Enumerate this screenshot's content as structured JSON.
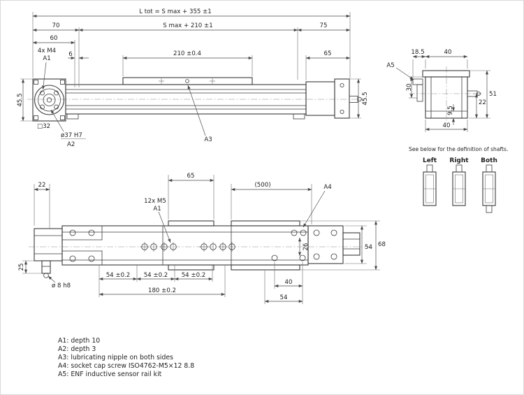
{
  "side_view": {
    "dim_total": "L tot = S max + 355  ±1",
    "dim_70": "70",
    "dim_stroke": "S max + 210  ±1",
    "dim_75": "75",
    "dim_60": "60",
    "thread_note": "4x M4",
    "ref_a1": "A1",
    "dim_6": "6",
    "dim_210": "210 ±0.4",
    "dim_65": "65",
    "dim_height_left": "45.5",
    "dim_height_right": "45.5",
    "dim_square": "□32",
    "dim_bore": "ø37 H7",
    "ref_a2": "A2",
    "ref_a3": "A3"
  },
  "end_view": {
    "dim_18_5": "18.5",
    "dim_40_top": "40",
    "ref_a5": "A5",
    "dim_30": "30",
    "dim_51": "51",
    "dim_22": "22",
    "dim_9_5": "9.5",
    "dim_40_bottom": "40"
  },
  "shaft_definitions": {
    "note": "See below for the definition of shafts.",
    "options": [
      {
        "label": "Left"
      },
      {
        "label": "Right"
      },
      {
        "label": "Both"
      }
    ]
  },
  "plan_view": {
    "dim_22": "22",
    "dim_65": "65",
    "dim_500": "(500)",
    "ref_a4": "A4",
    "thread_note": "12x  M5",
    "ref_a1": "A1",
    "dim_26": "26",
    "dim_54_side": "54",
    "dim_68": "68",
    "dim_25": "25",
    "dim_54_1": "54 ±0.2",
    "dim_54_2": "54 ±0.2",
    "dim_54_3": "54 ±0.2",
    "dim_180": "180 ±0.2",
    "dim_40": "40",
    "dim_54_bottom": "54",
    "dim_shaft": "ø 8 h8"
  },
  "legend": {
    "items": [
      "A1: depth 10",
      "A2: depth 3",
      "A3: lubricating nipple on both sides",
      "A4: socket cap screw ISO4762-M5×12 8.8",
      "A5: ENF inductive sensor rail kit"
    ]
  }
}
